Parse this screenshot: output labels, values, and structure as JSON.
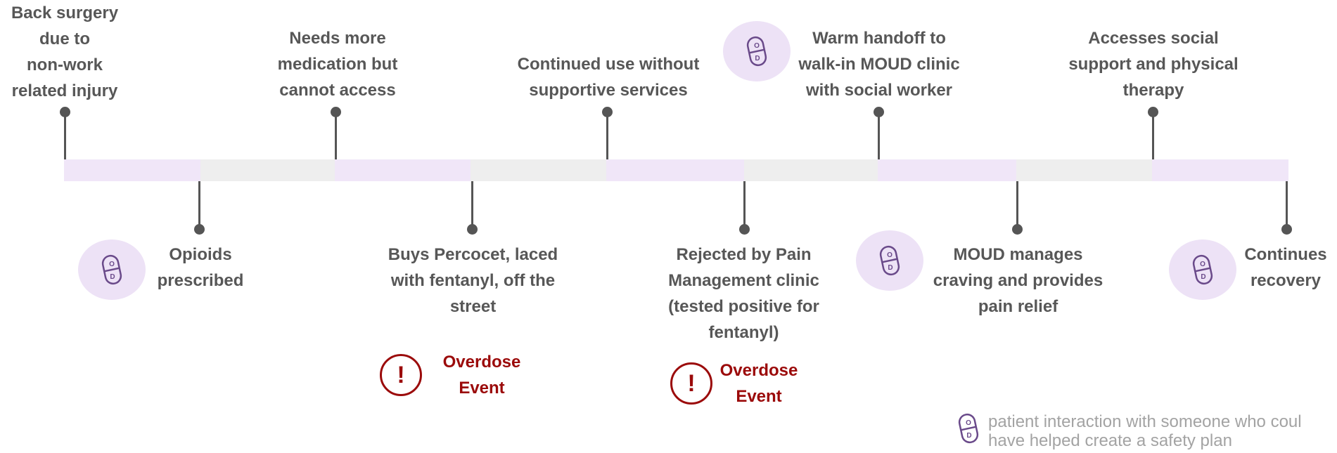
{
  "colors": {
    "bar_purple": "#f0e6f8",
    "bar_gray": "#eeeeee",
    "stem": "#555555",
    "text": "#575757",
    "alert": "#9b0a0a",
    "pill_bg": "#ede2f6",
    "pill_icon": "#6a4a8a",
    "legend_text": "#a3a3a3"
  },
  "events_above": [
    {
      "label": "Back surgery\ndue to\nnon-work\nrelated injury"
    },
    {
      "label": "Needs more\nmedication but\ncannot access"
    },
    {
      "label": "Continued use without\nsupportive services"
    },
    {
      "label": "Warm handoff to\nwalk-in MOUD clinic\nwith social worker",
      "icon": "patient-interaction-pill-icon"
    },
    {
      "label": "Accesses social\nsupport and physical\ntherapy"
    }
  ],
  "events_below": [
    {
      "label": "Opioids\nprescribed",
      "icon": "patient-interaction-pill-icon"
    },
    {
      "label": "Buys Percocet, laced\nwith fentanyl, off the\nstreet"
    },
    {
      "label": "Rejected by Pain\nManagement clinic\n(tested positive for\nfentanyl)"
    },
    {
      "label": "MOUD manages\ncraving and provides\npain relief",
      "icon": "patient-interaction-pill-icon"
    },
    {
      "label": "Continues\nrecovery",
      "icon": "patient-interaction-pill-icon"
    }
  ],
  "alerts": [
    {
      "symbol": "!",
      "label": "Overdose\nEvent"
    },
    {
      "symbol": "!",
      "label": "Overdose\nEvent"
    }
  ],
  "pill_letters": {
    "top": "O",
    "bottom": "D"
  },
  "legend": {
    "icon": "patient-interaction-pill-icon",
    "text": "patient interaction with someone who coul\nhave helped create a safety plan"
  }
}
